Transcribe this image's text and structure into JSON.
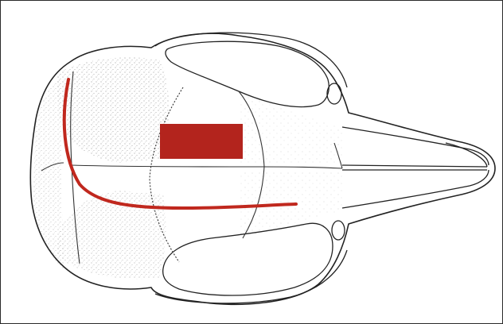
{
  "figure": {
    "subject": "skull-dorsal-view",
    "annotations": [
      {
        "kind": "rectangle",
        "color": "#b3241d"
      },
      {
        "kind": "curve",
        "color": "#c0281e"
      }
    ],
    "line_color": "#222222",
    "stipple_color": "#5a5a5a"
  }
}
